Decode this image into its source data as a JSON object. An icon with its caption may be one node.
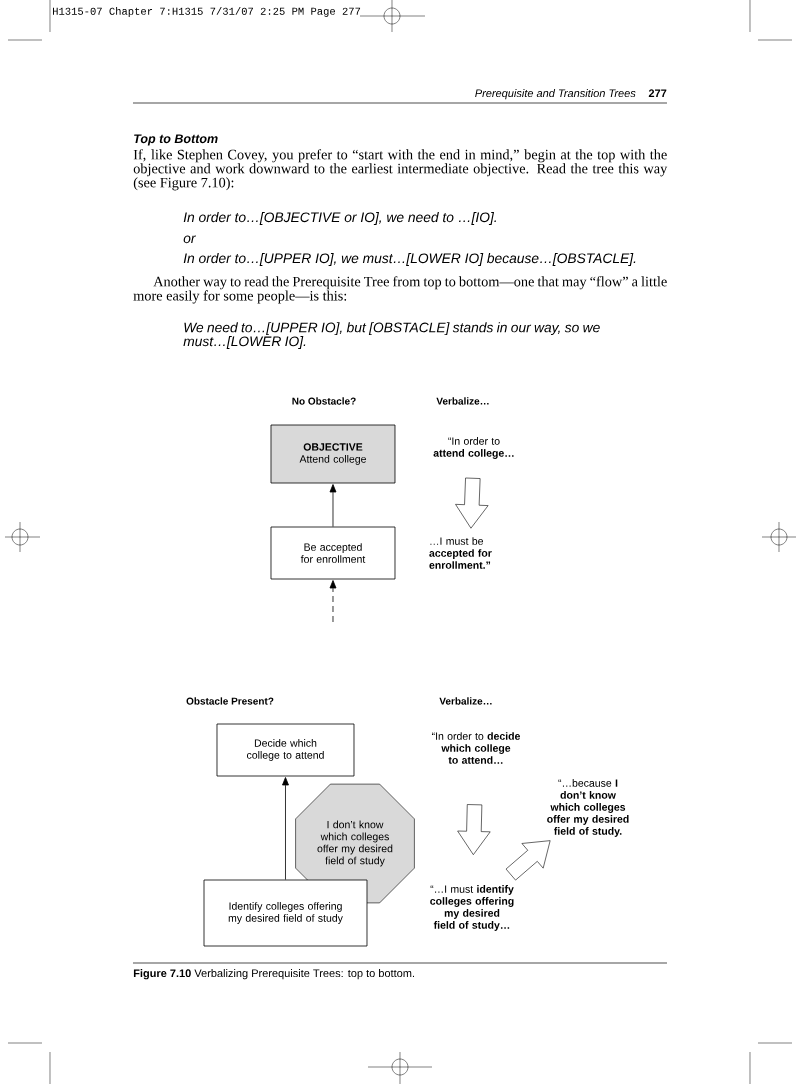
{
  "diagram": {
    "caption": "**Figure 7.10** Verbalizing Prerequisite Trees: top to bottom.",
    "nodes": [
      {
        "text": [
          "OBJECTIVE",
          "Attend college"
        ]
      },
      {
        "text": [
          "Be accepted for enrollment"
        ]
      },
      {
        "text": [
          "Decide which college to attend"
        ]
      },
      {
        "text": [
          "I don’t know which colleges offer my desired field of study"
        ]
      },
      {
        "text": [
          "Identify colleges offering my desired field of study"
        ]
      },
      {
        "text": [
          "“In order to **attend college…**"
        ]
      },
      {
        "text": [
          "…I must be **accepted for enrollment.”**"
        ]
      },
      {
        "text": [
          "“In order to **decide which college to attend…**"
        ]
      },
      {
        "text": [
          "“…I must **identify colleges offering my desired field of study…**"
        ]
      },
      {
        "text": [
          "“…because **I don’t know which colleges offer my desired field of study.**"
        ]
      }
    ],
    "edges": [
      {
        "from": 1,
        "to": 0,
        "arrow": "to"
      },
      {
        "from": null,
        "to": 1,
        "arrow": "to",
        "style": "dashed"
      },
      {
        "from": 4,
        "to": 2,
        "arrow": "to"
      },
      {
        "from": 5,
        "to": 6,
        "arrow": "to",
        "style": "thick"
      },
      {
        "from": 7,
        "to": 8,
        "arrow": "to",
        "style": "thick"
      },
      {
        "from": 8,
        "to": 9,
        "arrow": "to",
        "style": "thick"
      }
    ],
    "labels": [
      "H1315-07 Chapter 7:H1315  7/31/07  2:25 PM  Page 277",
      "Prerequisite and Transition Trees",
      "277",
      "Top to Bottom",
      "If, like Stephen Covey, you prefer to “start with the end in mind,” begin at the top with the objective and work downward to the earliest intermediate objective. Read the tree this way (see Figure 7.10):",
      "In order to…[OBJECTIVE or IO], we need to …[IO].",
      "or",
      "In order to…[UPPER IO], we must…[LOWER IO] because…[OBSTACLE].",
      "Another way to read the Prerequisite Tree from top to bottom—one that may “flow” a little more easily for some people—is this:",
      "We need to…[UPPER IO], but [OBSTACLE] stands in our way, so we must…[LOWER IO].",
      "No Obstacle?",
      "Verbalize…",
      "Obstacle Present?",
      "Verbalize…"
    ]
  }
}
